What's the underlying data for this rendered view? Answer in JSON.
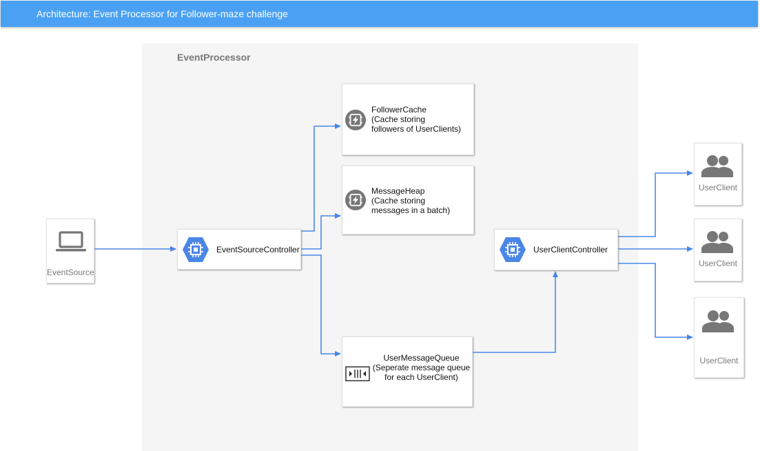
{
  "header": {
    "title": "Architecture: Event Processor for Follower-maze challenge"
  },
  "group": {
    "label": "EventProcessor"
  },
  "nodes": {
    "event_source": {
      "label": "EventSource"
    },
    "event_source_controller": {
      "label": "EventSourceController"
    },
    "follower_cache": {
      "line1": "FollowerCache",
      "line2": "(Cache storing",
      "line3": "followers of UserClients)"
    },
    "message_heap": {
      "line1": "MessageHeap",
      "line2": "(Cache storing",
      "line3": "messages in a batch)"
    },
    "user_message_queue": {
      "line1": "UserMessageQueue",
      "line2": "(Seperate message queue",
      "line3": "for each UserClient)"
    },
    "user_client_controller": {
      "label": "UserClientController"
    },
    "user_clients": [
      {
        "label": "UserClient"
      },
      {
        "label": "UserClient"
      },
      {
        "label": "UserClient"
      }
    ]
  },
  "colors": {
    "title_bar": "#4aa1f3",
    "group_background": "#f5f5f5",
    "connector": "#4a86e8",
    "compute_hex": "#4a86e8",
    "icon_gray": "#777777"
  },
  "icons": {
    "event_source": "laptop-icon",
    "controller": "compute-engine-icon",
    "cache": "memorystore-icon",
    "queue": "pubsub-queue-icon",
    "user_client": "users-icon"
  }
}
